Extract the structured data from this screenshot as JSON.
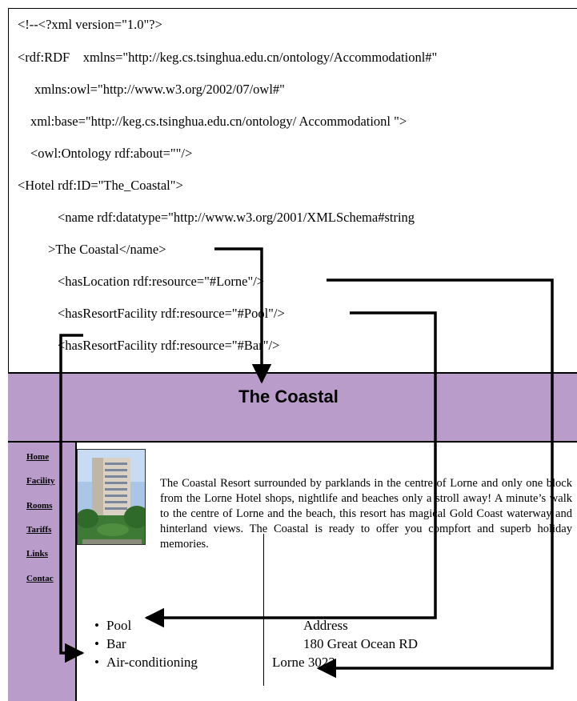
{
  "code_lines": [
    "<!--<?xml version=\"1.0\"?>",
    "<rdf:RDF    xmlns=\"http://keg.cs.tsinghua.edu.cn/ontology/Accommodationl#\"",
    "xmlns:owl=\"http://www.w3.org/2002/07/owl#\"",
    "xml:base=\"http://keg.cs.tsinghua.edu.cn/ontology/ Accommodationl \">",
    "<owl:Ontology rdf:about=\"\"/>",
    "<Hotel rdf:ID=\"The_Coastal\">",
    "<name rdf:datatype=\"http://www.w3.org/2001/XMLSchema#string",
    ">The Coastal</name>",
    "<hasLocation rdf:resource=\"#Lorne\"/>",
    "<hasResortFacility rdf:resource=\"#Pool\"/>",
    "<hasResortFacility rdf:resource=\"#Bar\"/>"
  ],
  "page": {
    "title": "The Coastal",
    "nav": [
      "Home",
      "Facility",
      "Rooms",
      "Tariffs",
      "Links",
      "Contac"
    ],
    "description": "The Coastal Resort surrounded by parklands in the centre of Lorne and only one block from the Lorne Hotel shops, nightlife and beaches only a stroll away! A minute’s walk to the centre of Lorne and the beach, this resort has magical Gold Coast waterway and hinterland views. The Coastal is ready to offer you compfort and superb holiday memories.",
    "facilities": [
      "Pool",
      "Bar",
      "Air-conditioning"
    ],
    "address_heading": "Address",
    "address_lines": [
      "180 Great Ocean RD",
      "Lorne 3022"
    ]
  },
  "colors": {
    "band": "#b99cc9"
  }
}
